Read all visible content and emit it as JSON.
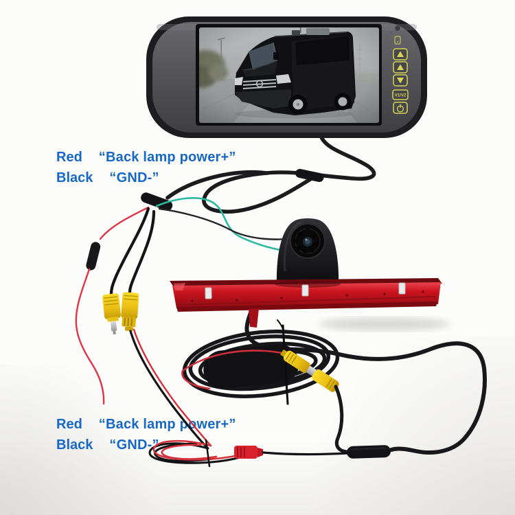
{
  "annotations": {
    "top": {
      "lines": [
        {
          "key": "Red",
          "value": "“Back lamp power+”"
        },
        {
          "key": "Black",
          "value": "“GND-”"
        }
      ]
    },
    "bottom": {
      "lines": [
        {
          "key": "Red",
          "value": "“Back lamp power+”"
        },
        {
          "key": "Black",
          "value": "“GND-”"
        }
      ]
    }
  },
  "monitor": {
    "v1v2_label": "V1/V2"
  },
  "colors": {
    "label_blue": "#1767C5",
    "background": "#fcfcfb",
    "brake_light_red": "#C8131D",
    "rca_yellow": "#F2CD1A",
    "wire_red": "#E03444",
    "wire_green": "#2BB9A2",
    "button_yellow": "#D6D452",
    "cable_black": "#17171A"
  }
}
